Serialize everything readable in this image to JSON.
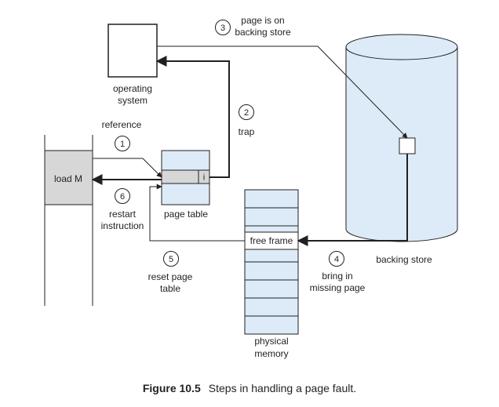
{
  "diagram": {
    "os": {
      "label_line1": "operating",
      "label_line2": "system"
    },
    "process": {
      "instruction": "load M"
    },
    "page_table": {
      "label": "page table",
      "invalid_bit": "i"
    },
    "backing_store": {
      "label": "backing store"
    },
    "physical_memory": {
      "free_frame": "free frame",
      "label_line1": "physical",
      "label_line2": "memory"
    },
    "steps": [
      {
        "number": "1",
        "line1": "reference",
        "line2": ""
      },
      {
        "number": "2",
        "line1": "trap",
        "line2": ""
      },
      {
        "number": "3",
        "line1": "page is on",
        "line2": "backing store"
      },
      {
        "number": "4",
        "line1": "bring in",
        "line2": "missing page"
      },
      {
        "number": "5",
        "line1": "reset page",
        "line2": "table"
      },
      {
        "number": "6",
        "line1": "restart",
        "line2": "instruction"
      }
    ],
    "colors": {
      "blue_fill": "#dcebf7",
      "gray_fill": "#d7d7d7",
      "stroke": "#231f20"
    }
  },
  "caption": {
    "label": "Figure 10.5",
    "text": "Steps in handling a page fault."
  }
}
